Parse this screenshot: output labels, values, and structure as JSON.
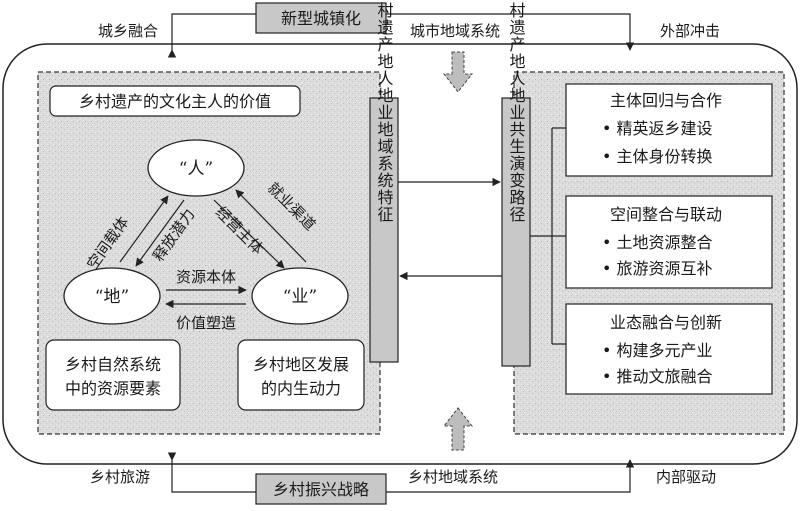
{
  "top": {
    "title": "新型城镇化",
    "left_label": "城乡融合",
    "center_label": "城市地域系统",
    "right_label": "外部冲击"
  },
  "bottom": {
    "title": "乡村振兴战略",
    "left_label": "乡村旅游",
    "center_label": "乡村地域系统",
    "right_label": "内部驱动"
  },
  "left_panel": {
    "heading": "乡村遗产的文化主人的价值",
    "node_ren": "“人”",
    "node_di": "“地”",
    "node_ye": "“业”",
    "edge_kongjian": "空间载体",
    "edge_shifang": "释放潜力",
    "edge_jiuye": "就业渠道",
    "edge_jingying": "经营主体",
    "edge_ziyuan": "资源本体",
    "edge_jiazhi": "价值塑造",
    "box_left_line1": "乡村自然系统",
    "box_left_line2": "中的资源要素",
    "box_right_line1": "乡村地区发展",
    "box_right_line2": "的内生动力"
  },
  "middle": {
    "left_bar": "乡村遗产地人地业地域系统特征",
    "right_bar": "乡村遗产地人地业共生演变路径"
  },
  "right_panel": {
    "groups": [
      {
        "title": "主体回归与合作",
        "items": [
          "• 精英返乡建设",
          "• 主体身份转换"
        ]
      },
      {
        "title": "空间整合与联动",
        "items": [
          "• 土地资源整合",
          "• 旅游资源互补"
        ]
      },
      {
        "title": "业态融合与创新",
        "items": [
          "• 构建多元产业",
          "• 推动文旅融合"
        ]
      }
    ]
  }
}
